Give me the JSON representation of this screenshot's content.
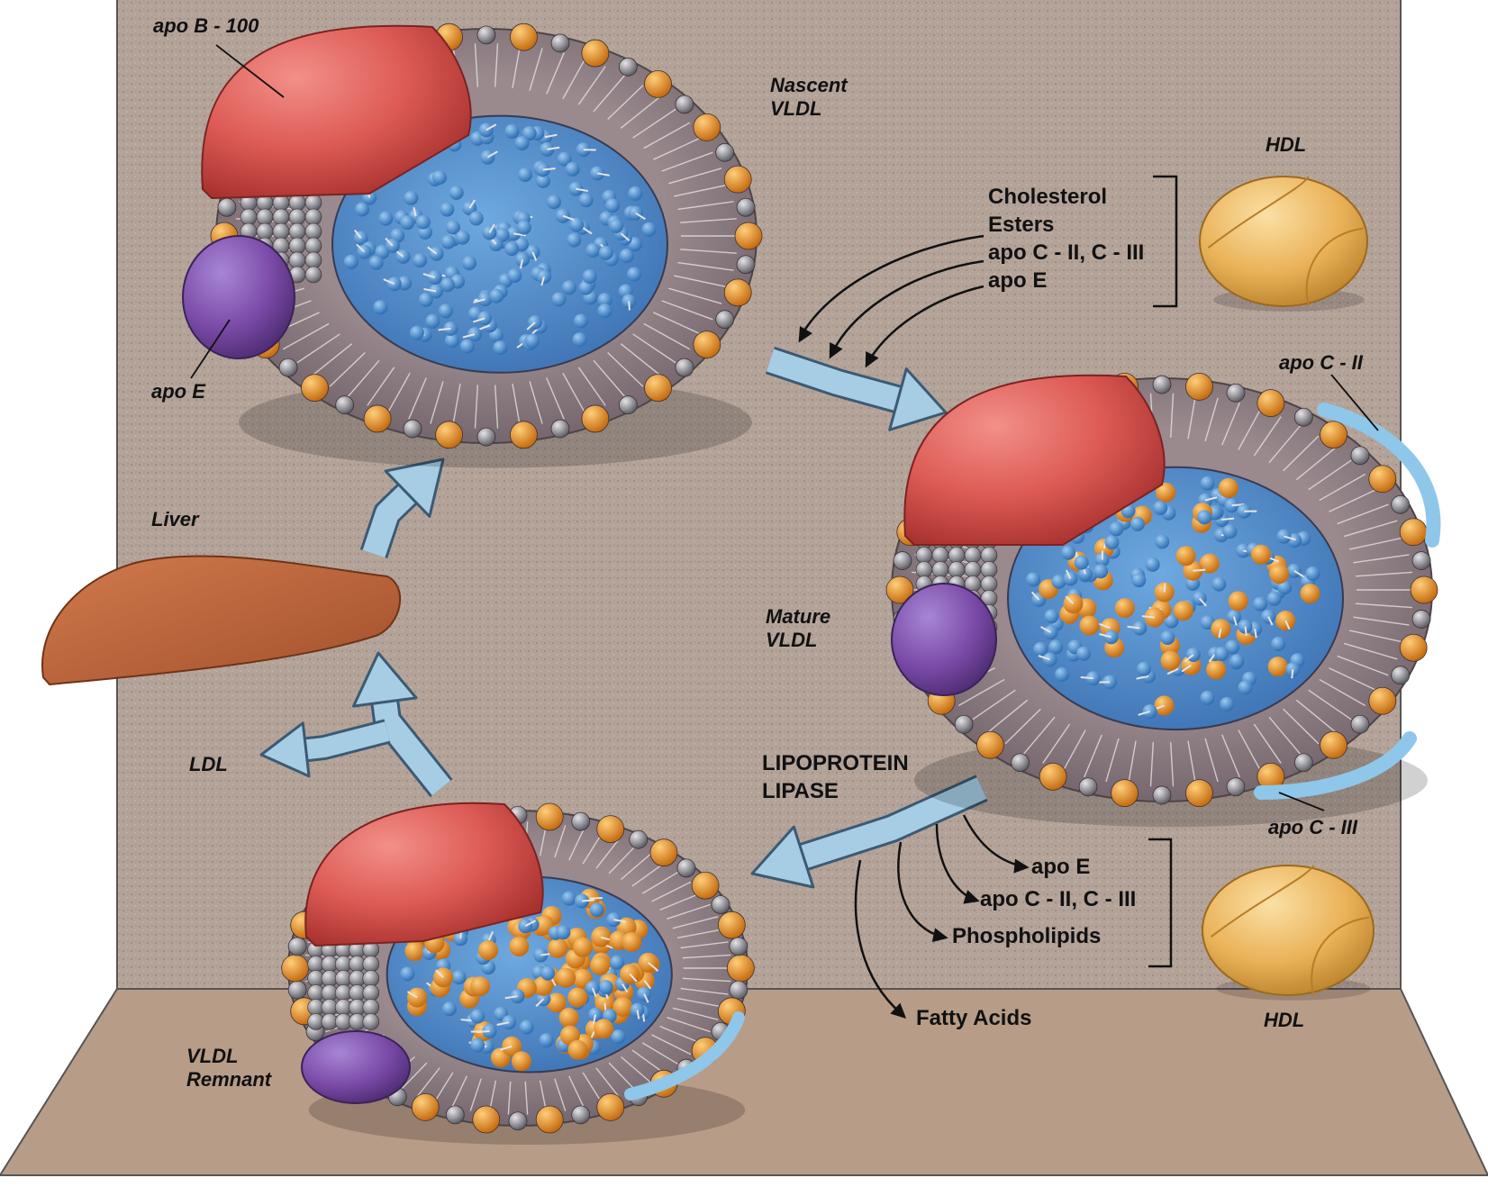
{
  "colors": {
    "wall": "#b3a399",
    "floor": "#b79c88",
    "apo_b100": "#dd5a55",
    "apo_e": "#7a4ba8",
    "hdl": "#e9b157",
    "core_lipid": "#3f86c9",
    "phospholipid_head": "#8d8d93",
    "cholesterol": "#e08a1e",
    "arrow": "#a6cde4",
    "liver": "#c4673e"
  },
  "labels": {
    "apo_b100": "apo B - 100",
    "apo_e_top": "apo E",
    "nascent_vldl": [
      "Nascent",
      "VLDL"
    ],
    "hdl_top": "HDL",
    "hdl_bottom": "HDL",
    "transfer_in": [
      "Cholesterol",
      "Esters",
      "apo C - II, C - III",
      "apo E"
    ],
    "apo_c2": "apo C - II",
    "apo_c3": "apo C - III",
    "liver": "Liver",
    "mature_vldl": [
      "Mature",
      "VLDL"
    ],
    "ldl": "LDL",
    "lipase": [
      "LIPOPROTEIN",
      "LIPASE"
    ],
    "transfer_out": [
      "apo E",
      "apo C - II, C - III",
      "Phospholipids"
    ],
    "fatty_acids": "Fatty Acids",
    "vldl_remnant": [
      "VLDL",
      "Remnant"
    ]
  }
}
